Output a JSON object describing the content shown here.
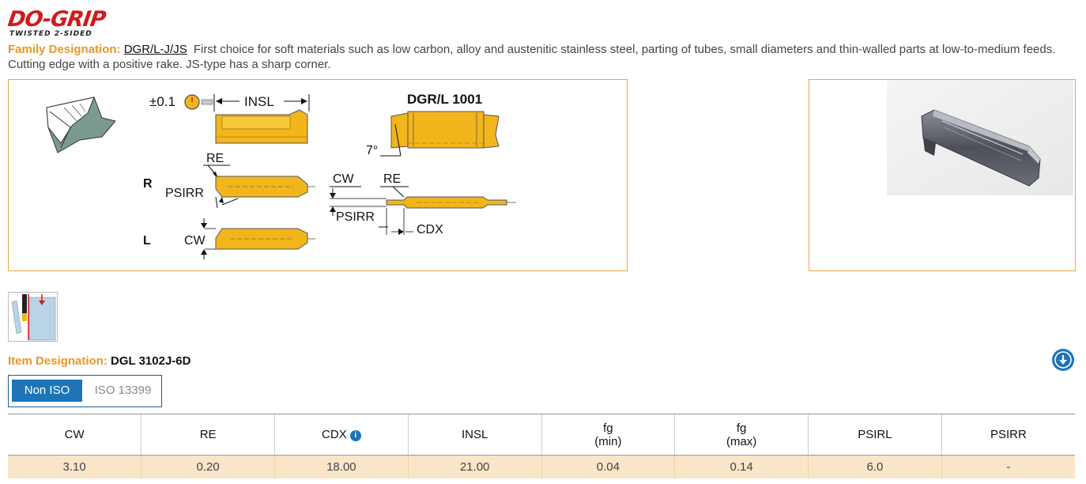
{
  "brand": {
    "name": "DO-GRIP",
    "subtitle": "TWISTED 2-SIDED"
  },
  "family": {
    "label": "Family Designation:",
    "code": "DGR/L-J/JS",
    "description": "First choice for soft materials such as low carbon, alloy and austenitic stainless steel, parting of tubes, small diameters and thin-walled parts at low-to-medium feeds. Cutting edge with a positive rake. JS-type has a sharp corner."
  },
  "diagram": {
    "tolerance": "±0.1",
    "insl": "INSL",
    "model": "DGR/L 1001",
    "angle": "7°",
    "re": "RE",
    "r": "R",
    "l": "L",
    "psirr": "PSIRR",
    "cw": "CW",
    "cdx": "CDX"
  },
  "item": {
    "label": "Item Designation:",
    "value": "DGL 3102J-6D"
  },
  "icons": {
    "download": "download-icon",
    "info": "info-icon",
    "operation": "grooving-operation-icon"
  },
  "tabs": [
    {
      "label": "Non ISO",
      "active": true
    },
    {
      "label": "ISO 13399",
      "active": false
    }
  ],
  "table": {
    "headers": [
      {
        "line1": "CW",
        "line2": ""
      },
      {
        "line1": "RE",
        "line2": ""
      },
      {
        "line1": "CDX",
        "line2": ""
      },
      {
        "line1": "INSL",
        "line2": ""
      },
      {
        "line1": "fg",
        "line2": "(min)"
      },
      {
        "line1": "fg",
        "line2": "(max)"
      },
      {
        "line1": "PSIRL",
        "line2": ""
      },
      {
        "line1": "PSIRR",
        "line2": ""
      }
    ],
    "row": [
      "3.10",
      "0.20",
      "18.00",
      "21.00",
      "0.04",
      "0.14",
      "6.0",
      "-"
    ]
  },
  "colors": {
    "accent": "#e8962a",
    "brand": "#d21a1a",
    "primary": "#1d75b8",
    "insert": "#f2b51b",
    "row_bg": "#fae5c8"
  }
}
